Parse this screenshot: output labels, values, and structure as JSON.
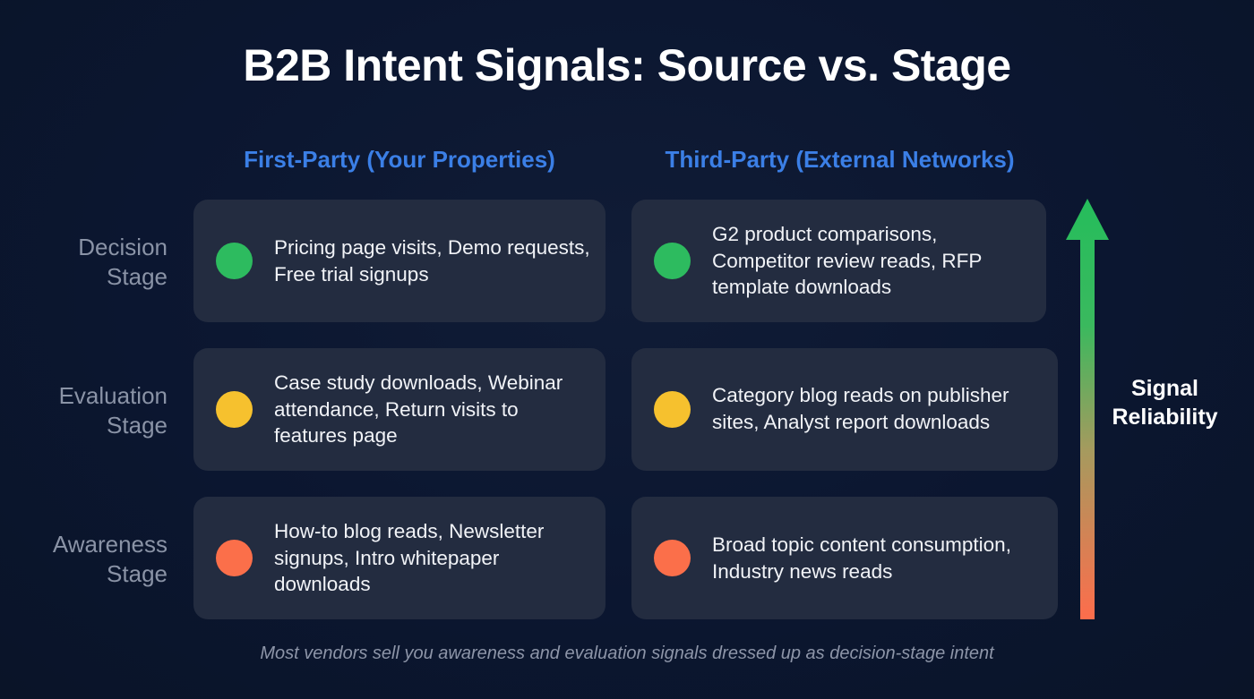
{
  "title": "B2B Intent Signals: Source vs. Stage",
  "columns": [
    {
      "label": "First-Party (Your Properties)",
      "color": "#3b7fe6"
    },
    {
      "label": "Third-Party (External Networks)",
      "color": "#3b7fe6"
    }
  ],
  "stages": [
    {
      "label_line1": "Decision",
      "label_line2": "Stage",
      "dot_color": "#2dbb5f",
      "first_party": "Pricing page visits, Demo requests, Free trial signups",
      "third_party": "G2 product comparisons, Competitor review reads, RFP template downloads"
    },
    {
      "label_line1": "Evaluation",
      "label_line2": "Stage",
      "dot_color": "#f6c12e",
      "first_party": "Case study downloads, Webinar attendance, Return visits to features page",
      "third_party": "Category blog reads on publisher sites, Analyst report downloads"
    },
    {
      "label_line1": "Awareness",
      "label_line2": "Stage",
      "dot_color": "#fb6f4a",
      "first_party": "How-to blog reads, Newsletter signups, Intro whitepaper downloads",
      "third_party": "Broad topic content consumption, Industry news reads"
    }
  ],
  "reliability": {
    "label_line1": "Signal",
    "label_line2": "Reliability",
    "gradient_top": "#25bd5c",
    "gradient_bottom": "#fd6d4c",
    "icon": "up-arrow-icon"
  },
  "footnote": "Most vendors sell you awareness and evaluation signals dressed up as decision-stage intent"
}
